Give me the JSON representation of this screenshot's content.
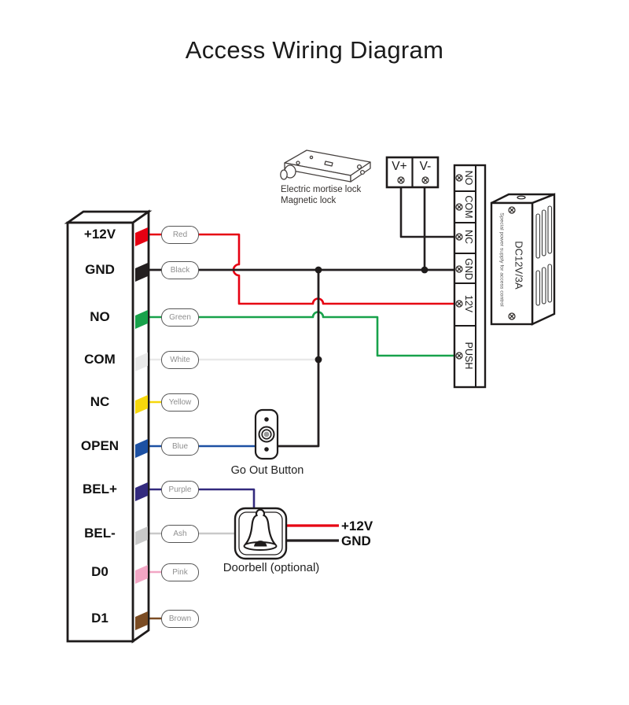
{
  "title": "Access Wiring Diagram",
  "colors": {
    "red": "#e60012",
    "black": "#231f20",
    "green": "#18a24b",
    "white_wire": "#e9e9e9",
    "yellow": "#f6d70c",
    "blue": "#1d51a3",
    "purple": "#332a7e",
    "ash": "#c9c9c9",
    "pink": "#f2a6c4",
    "brown": "#7b4c24"
  },
  "access_panel": {
    "terminals": [
      {
        "label": "+12V",
        "wire_color_name": "Red"
      },
      {
        "label": "GND",
        "wire_color_name": "Black"
      },
      {
        "label": "NO",
        "wire_color_name": "Green"
      },
      {
        "label": "COM",
        "wire_color_name": "White"
      },
      {
        "label": "NC",
        "wire_color_name": "Yellow"
      },
      {
        "label": "OPEN",
        "wire_color_name": "Blue"
      },
      {
        "label": "BEL+",
        "wire_color_name": "Purple"
      },
      {
        "label": "BEL-",
        "wire_color_name": "Ash"
      },
      {
        "label": "D0",
        "wire_color_name": "Pink"
      },
      {
        "label": "D1",
        "wire_color_name": "Brown"
      }
    ]
  },
  "lock": {
    "caption_line1": "Electric mortise lock",
    "caption_line2": "Magnetic lock",
    "terminal_vplus": "V+",
    "terminal_vminus": "V-"
  },
  "power_terminal_strip": {
    "labels": [
      "NO",
      "COM",
      "NC",
      "GND",
      "12V",
      "PUSH"
    ]
  },
  "power_supply": {
    "model": "DC12V/3A",
    "description": "Special power supply for access control"
  },
  "go_out_button": {
    "label": "Go Out Button"
  },
  "doorbell": {
    "label": "Doorbell (optional)",
    "power_labels": [
      "+12V",
      "GND"
    ]
  }
}
